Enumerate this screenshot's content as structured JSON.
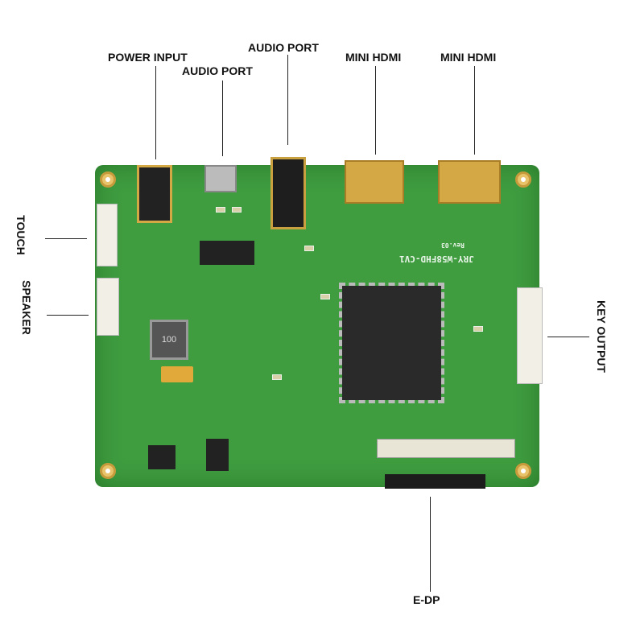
{
  "labels": {
    "power_input": "POWER INPUT",
    "audio_port_1": "AUDIO PORT",
    "audio_port_2": "AUDIO PORT",
    "mini_hdmi_1": "MINI HDMI",
    "mini_hdmi_2": "MINI HDMI",
    "touch": "TOUCH",
    "speaker": "SPEAKER",
    "key_output": "KEY OUTPUT",
    "edp": "E-DP"
  },
  "board": {
    "model": "JRY-W58FHD-CV1",
    "revision": "Rev.03",
    "inductor_marking": "100"
  },
  "colors": {
    "pcb": "#3f9c3f",
    "chip": "#2a2a2a",
    "gold": "#d4a845"
  }
}
